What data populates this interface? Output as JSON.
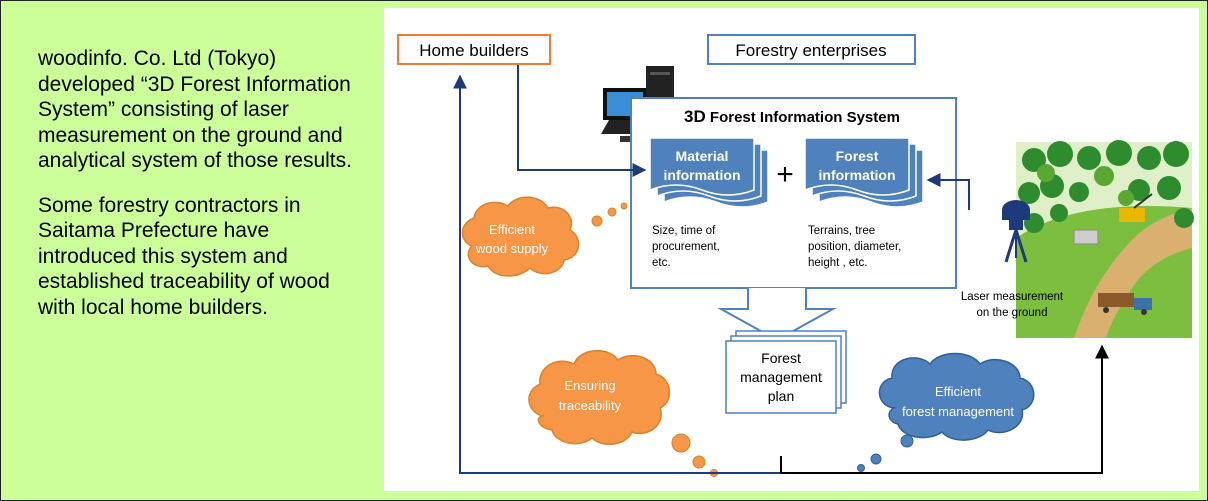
{
  "left_text": {
    "paragraph1": "woodinfo. Co. Ltd (Tokyo) developed “3D Forest Information System” consisting of laser measurement on the ground and analytical system of those results.",
    "paragraph2": "Some forestry contractors in Saitama Prefecture have introduced this system and established traceability of wood with local home builders."
  },
  "diagram": {
    "home_builders": "Home builders",
    "forestry_enterprises": "Forestry enterprises",
    "system_title_prefix": "3D",
    "system_title_rest": " Forest Information System",
    "material_line1": "Material",
    "material_line2": "information",
    "plus": "+",
    "forest_line1": "Forest",
    "forest_line2": "information",
    "material_desc_line1": "Size, time of",
    "material_desc_line2": "procurement,",
    "material_desc_line3": "etc.",
    "forest_desc_line1": "Terrains, tree",
    "forest_desc_line2": "position, diameter,",
    "forest_desc_line3": "height , etc.",
    "plan_line1": "Forest",
    "plan_line2": "management",
    "plan_line3": "plan",
    "cloud_wood_line1": "Efficient",
    "cloud_wood_line2": "wood supply",
    "cloud_trace_line1": "Ensuring",
    "cloud_trace_line2": "traceability",
    "cloud_forest_line1": "Efficient",
    "cloud_forest_line2": "forest management",
    "laser_line1": "Laser measurement",
    "laser_line2": "on the ground"
  },
  "colors": {
    "background": "#ccff99",
    "orange": "#ed7d31",
    "cloud_orange": "#f79646",
    "blue_dark": "#1f3a7a",
    "blue_box": "#4f81bd",
    "outline_blue": "#4f81bd"
  },
  "icons": {
    "computer": "computer-icon",
    "laser_tripod": "laser-scanner-icon",
    "forest_illustration": "forest-scene-icon"
  }
}
